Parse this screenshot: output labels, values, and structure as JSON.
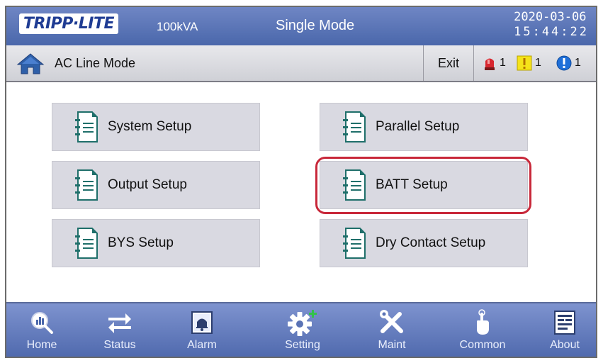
{
  "header": {
    "logo": "TRIPP·LITE",
    "capacity": "100kVA",
    "mode": "Single Mode",
    "date": "2020-03-06",
    "time": "15:44:22"
  },
  "subheader": {
    "mode_text": "AC Line Mode",
    "exit_label": "Exit",
    "alarm_count": "1",
    "warning_count": "1",
    "info_count": "1"
  },
  "menu": {
    "system_setup": "System Setup",
    "parallel_setup": "Parallel Setup",
    "output_setup": "Output Setup",
    "batt_setup": "BATT Setup",
    "bys_setup": "BYS Setup",
    "dry_contact_setup": "Dry Contact Setup"
  },
  "nav": {
    "home": "Home",
    "status": "Status",
    "alarm": "Alarm",
    "setting": "Setting",
    "maint": "Maint",
    "common": "Common",
    "about": "About"
  },
  "colors": {
    "header_blue": "#4a67ab",
    "highlight_red": "#c8283a",
    "button_gray": "#d9d9e1",
    "doc_teal": "#1f6f6a"
  }
}
